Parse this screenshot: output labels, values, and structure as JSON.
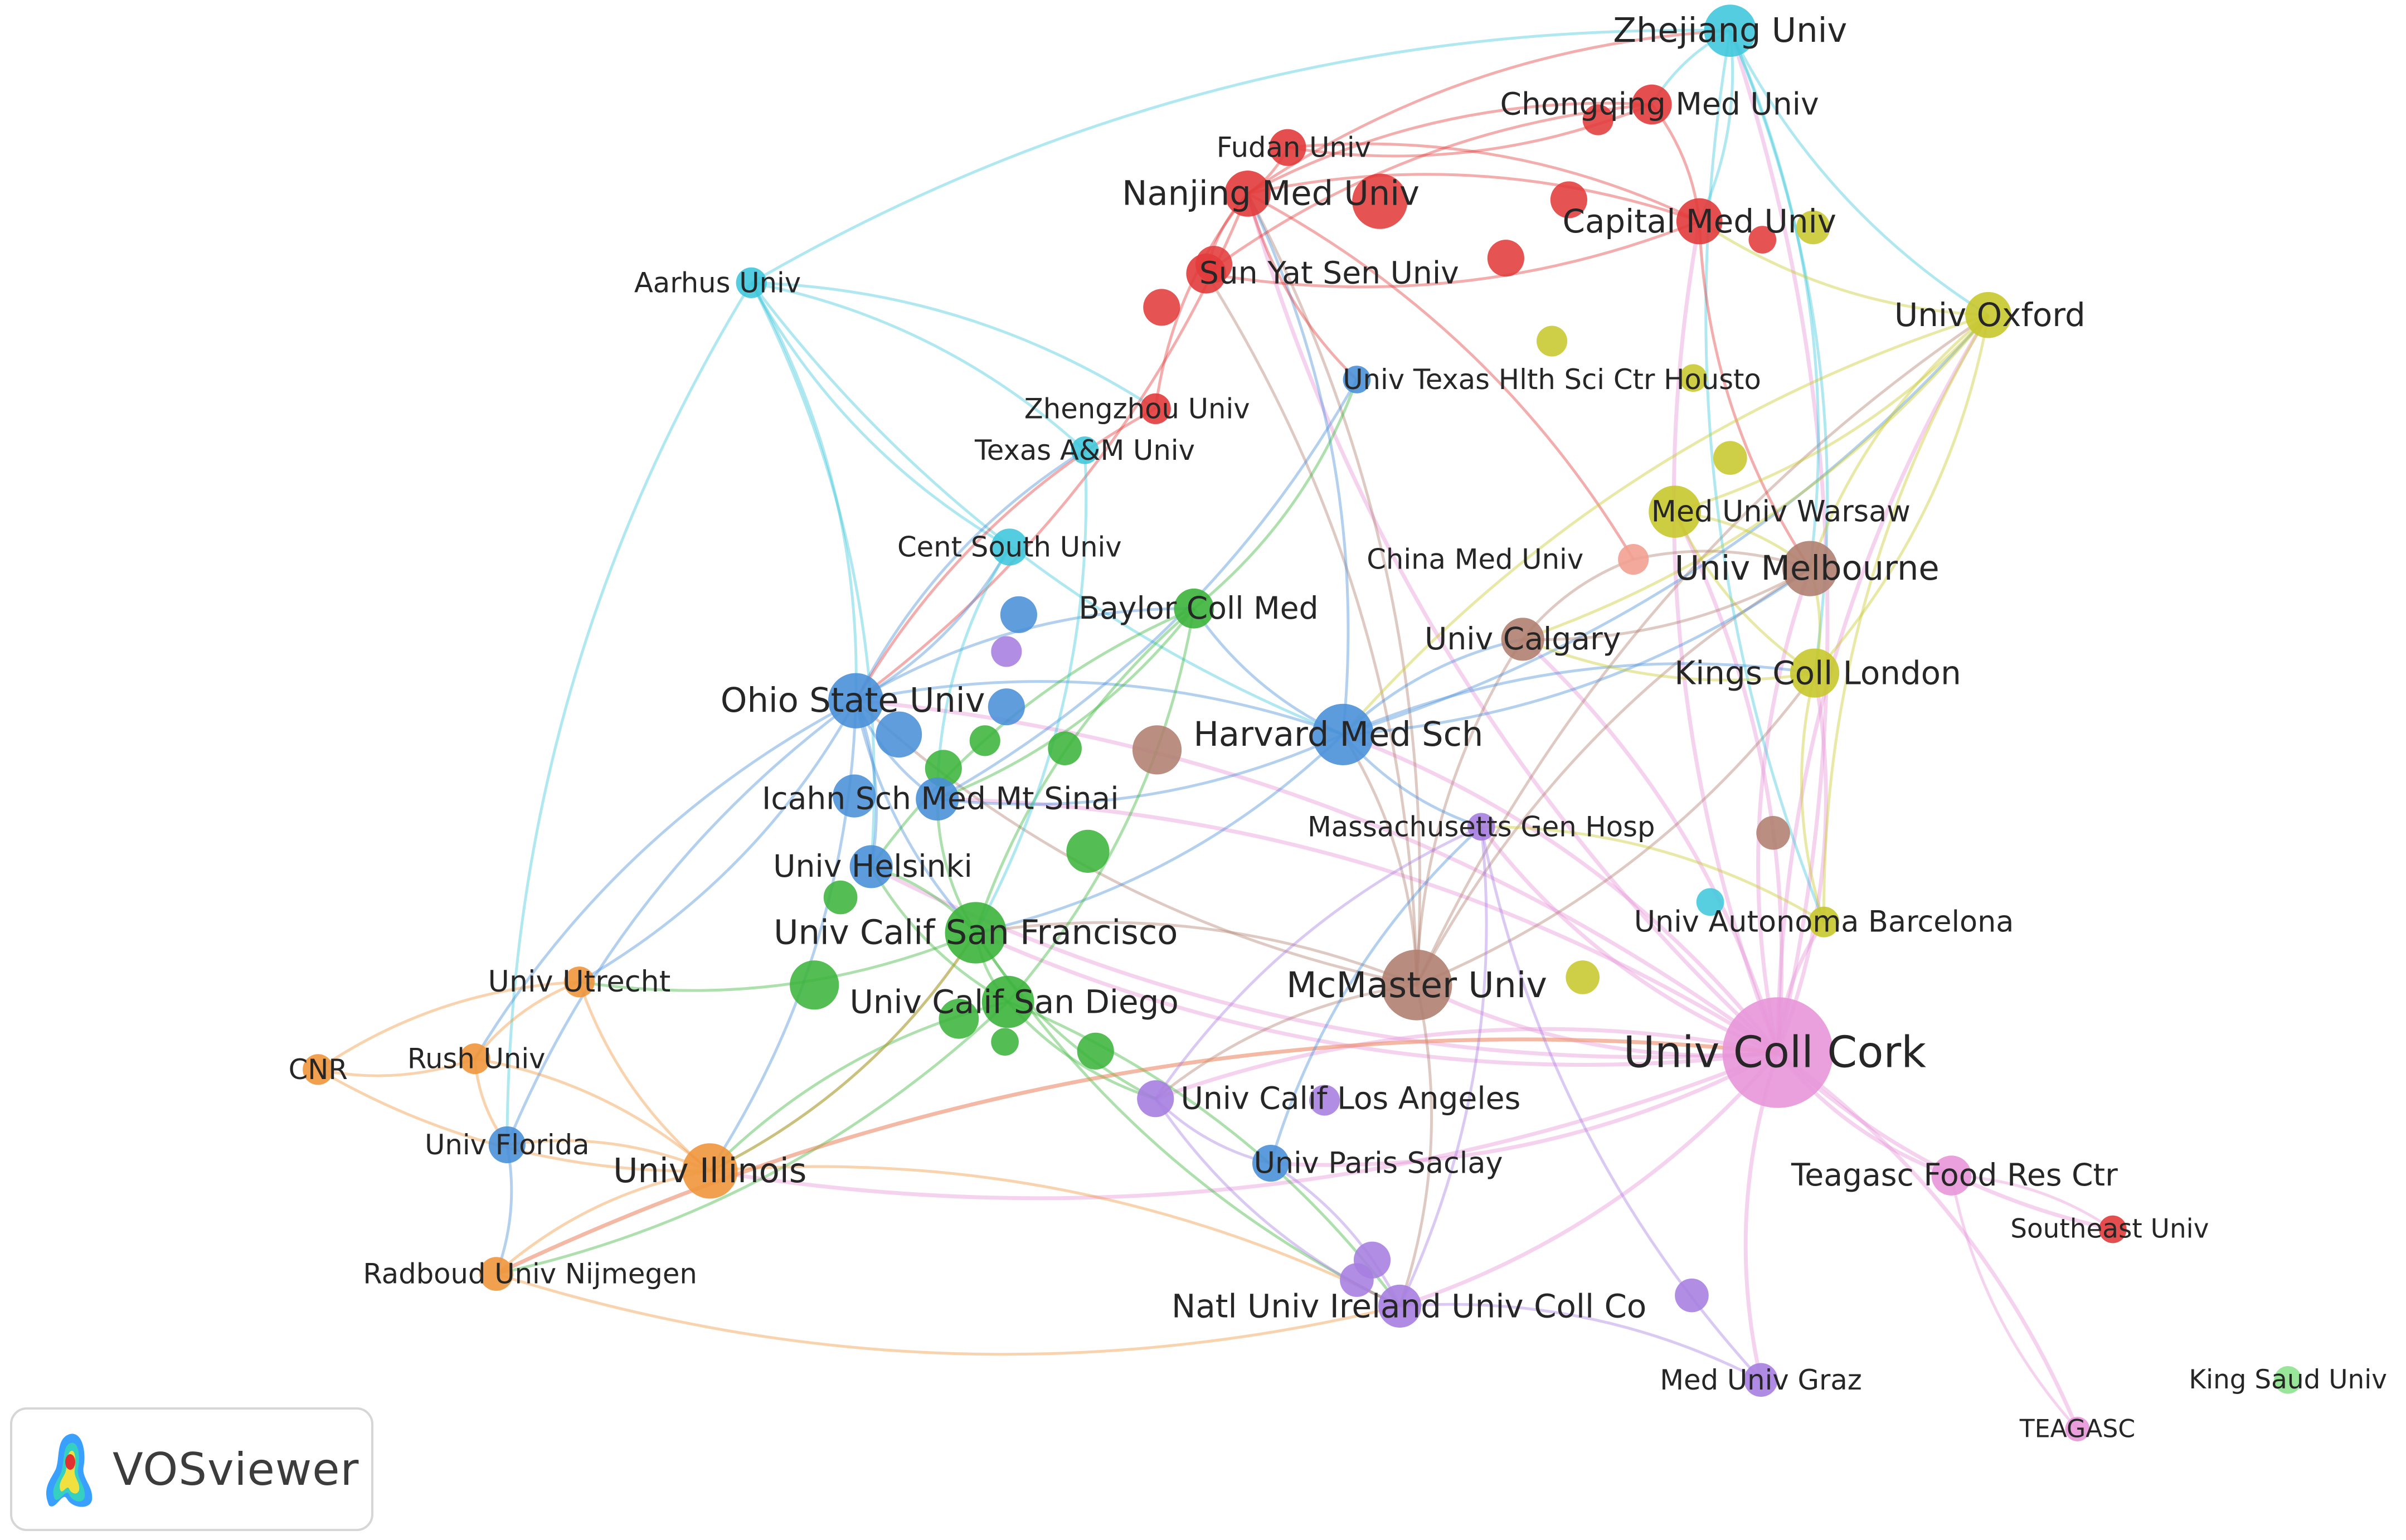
{
  "colors": {
    "red": "#e23b3b",
    "cyan": "#40c8dc",
    "yellow": "#c8c82d",
    "brown": "#b08070",
    "green": "#3cb43c",
    "blue": "#4a90d8",
    "purple": "#a67ee0",
    "orange": "#f0963c",
    "pink": "#e896d8",
    "lightgreen": "#8ee28e",
    "salmon": "#f2a090"
  },
  "logo": {
    "text": "VOSviewer",
    "icon": "vosviewer-heatmap-icon"
  },
  "nodes": [
    {
      "id": "zhejiang",
      "label": "Zhejiang Univ",
      "cluster": "cyan"
    },
    {
      "id": "chongqing",
      "label": "Chongqing Med Univ",
      "cluster": "red"
    },
    {
      "id": "fudan",
      "label": "Fudan Univ",
      "cluster": "red"
    },
    {
      "id": "nanjing",
      "label": "Nanjing Med Univ",
      "cluster": "red"
    },
    {
      "id": "capital",
      "label": "Capital Med Univ",
      "cluster": "red"
    },
    {
      "id": "sunyatsen",
      "label": "Sun Yat Sen Univ",
      "cluster": "red"
    },
    {
      "id": "aarhus",
      "label": "Aarhus Univ",
      "cluster": "cyan"
    },
    {
      "id": "oxford",
      "label": "Univ Oxford",
      "cluster": "yellow"
    },
    {
      "id": "texashlth",
      "label": "Univ Texas Hlth Sci Ctr Housto",
      "cluster": "blue"
    },
    {
      "id": "zhengzhou",
      "label": "Zhengzhou Univ",
      "cluster": "red"
    },
    {
      "id": "texasam",
      "label": "Texas A&M Univ",
      "cluster": "cyan"
    },
    {
      "id": "chinamed",
      "label": "China Med Univ",
      "cluster": "salmon"
    },
    {
      "id": "warsaw",
      "label": "Med Univ Warsaw",
      "cluster": "yellow"
    },
    {
      "id": "centsouth",
      "label": "Cent South Univ",
      "cluster": "cyan"
    },
    {
      "id": "melbourne",
      "label": "Univ Melbourne",
      "cluster": "brown"
    },
    {
      "id": "baylor",
      "label": "Baylor Coll Med",
      "cluster": "green"
    },
    {
      "id": "calgary",
      "label": "Univ Calgary",
      "cluster": "brown"
    },
    {
      "id": "kings",
      "label": "Kings Coll London",
      "cluster": "yellow"
    },
    {
      "id": "ohio",
      "label": "Ohio State Univ",
      "cluster": "blue"
    },
    {
      "id": "harvard",
      "label": "Harvard Med Sch",
      "cluster": "blue"
    },
    {
      "id": "icahn",
      "label": "Icahn Sch Med Mt Sinai",
      "cluster": "blue"
    },
    {
      "id": "massgen",
      "label": "Massachusetts Gen Hosp",
      "cluster": "purple"
    },
    {
      "id": "helsinki",
      "label": "Univ Helsinki",
      "cluster": "blue"
    },
    {
      "id": "ucsf",
      "label": "Univ Calif San Francisco",
      "cluster": "green"
    },
    {
      "id": "barcelona",
      "label": "Univ Autonoma Barcelona",
      "cluster": "yellow"
    },
    {
      "id": "utrecht",
      "label": "Univ Utrecht",
      "cluster": "orange"
    },
    {
      "id": "mcmaster",
      "label": "McMaster Univ",
      "cluster": "brown"
    },
    {
      "id": "ucsd",
      "label": "Univ Calif San Diego",
      "cluster": "green"
    },
    {
      "id": "cork",
      "label": "Univ Coll Cork",
      "cluster": "pink"
    },
    {
      "id": "cnr",
      "label": "CNR",
      "cluster": "orange"
    },
    {
      "id": "rush",
      "label": "Rush Univ",
      "cluster": "orange"
    },
    {
      "id": "ucla",
      "label": "Univ Calif Los Angeles",
      "cluster": "purple"
    },
    {
      "id": "florida",
      "label": "Univ Florida",
      "cluster": "blue"
    },
    {
      "id": "illinois",
      "label": "Univ Illinois",
      "cluster": "orange"
    },
    {
      "id": "parissaclay",
      "label": "Univ Paris Saclay",
      "cluster": "blue"
    },
    {
      "id": "teagascfood",
      "label": "Teagasc Food Res Ctr",
      "cluster": "pink"
    },
    {
      "id": "southeast",
      "label": "Southeast Univ",
      "cluster": "red"
    },
    {
      "id": "radboud",
      "label": "Radboud Univ Nijmegen",
      "cluster": "orange"
    },
    {
      "id": "natlireland",
      "label": "Natl Univ Ireland Univ Coll Co",
      "cluster": "purple"
    },
    {
      "id": "graz",
      "label": "Med Univ Graz",
      "cluster": "purple"
    },
    {
      "id": "kingsaud",
      "label": "King Saud Univ",
      "cluster": "lightgreen"
    },
    {
      "id": "teagasc",
      "label": "TEAGASC",
      "cluster": "pink"
    }
  ]
}
